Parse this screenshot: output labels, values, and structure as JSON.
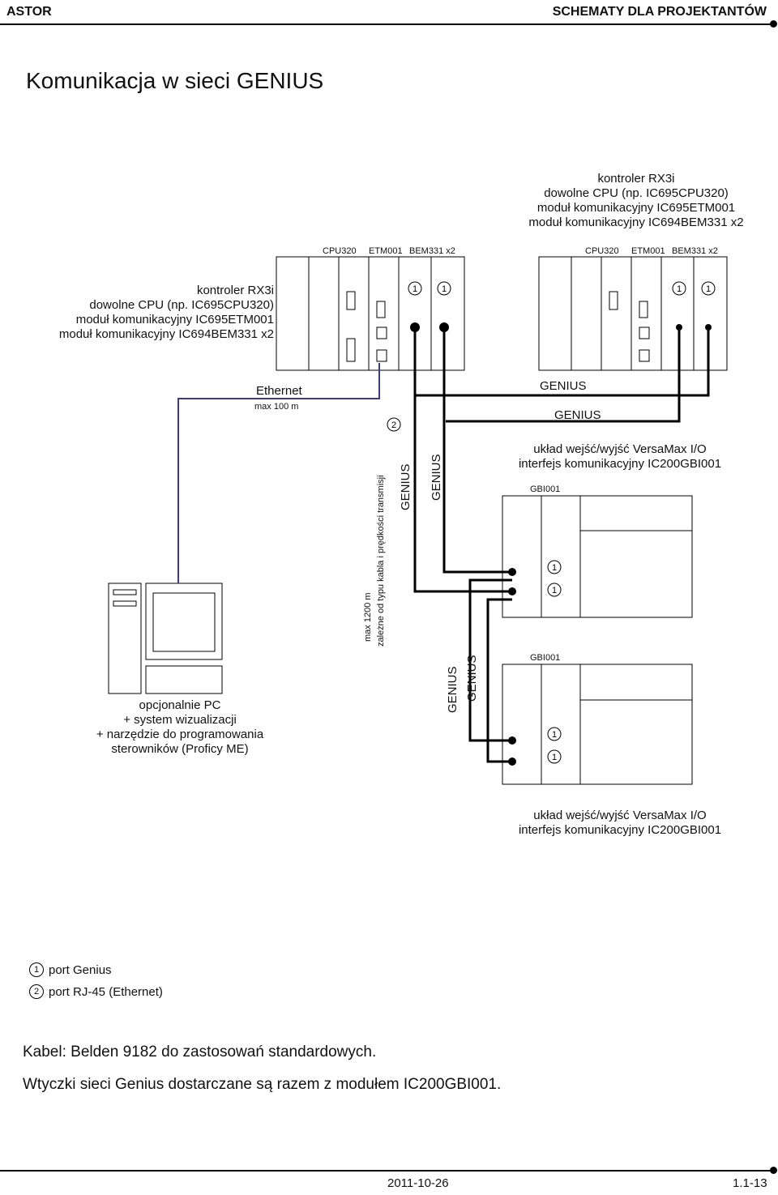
{
  "header": {
    "brand": "ASTOR",
    "section": "SCHEMATY DLA PROJEKTANTÓW"
  },
  "title": "Komunikacja w sieci GENIUS",
  "controllers": {
    "right_description": [
      "kontroler RX3i",
      "dowolne CPU (np. IC695CPU320)",
      "moduł komunikacyjny IC695ETM001",
      "moduł komunikacyjny IC694BEM331 x2"
    ],
    "left_description": [
      "kontroler RX3i",
      "dowolne CPU (np. IC695CPU320)",
      "moduł komunikacyjny IC695ETM001",
      "moduł komunikacyjny IC694BEM331 x2"
    ],
    "module_labels": {
      "cpu": "CPU320",
      "etm": "ETM001",
      "bem": "BEM331 x2"
    }
  },
  "network": {
    "ethernet_label": "Ethernet",
    "ethernet_range": "max 100 m",
    "genius_label": "GENIUS",
    "range_line1": "max 1200 m",
    "range_line2": "zależne od typu kabla i prędkości transmisji",
    "port_1": "1",
    "port_2": "2"
  },
  "io_units": {
    "top_description": [
      "układ wejść/wyjść VersaMax I/O",
      "interfejs komunikacyjny IC200GBI001"
    ],
    "bottom_description": [
      "układ wejść/wyjść VersaMax I/O",
      "interfejs komunikacyjny IC200GBI001"
    ],
    "module_label": "GBI001"
  },
  "pc": {
    "description": [
      "opcjonalnie PC",
      "+ system wizualizacji",
      "+ narzędzie do programowania",
      "sterowników (Proficy ME)"
    ]
  },
  "legend": [
    {
      "num": "1",
      "text": "port Genius"
    },
    {
      "num": "2",
      "text": "port RJ-45 (Ethernet)"
    }
  ],
  "notes": [
    "Kabel: Belden 9182 do zastosowań standardowych.",
    "Wtyczki sieci Genius dostarczane są razem z modułem IC200GBI001."
  ],
  "footer": {
    "date": "2011-10-26",
    "page": "1.1-13"
  },
  "colors": {
    "ethernet_cable": "#3a3a8c"
  }
}
